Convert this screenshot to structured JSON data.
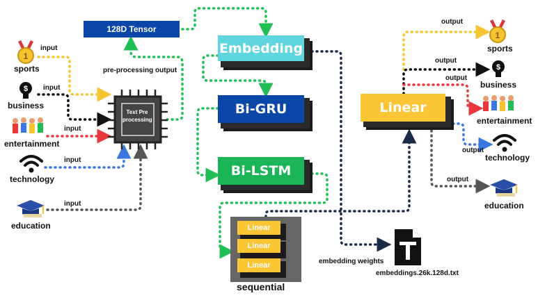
{
  "blocks": {
    "tensor": "128D Tensor",
    "embedding": "Embedding",
    "bigru": "Bi-GRU",
    "bilstm": "Bi-LSTM",
    "linear": "Linear",
    "mini_linear": [
      "Linear",
      "Linear",
      "Linear"
    ],
    "chip": "Text Pre processing",
    "sequential": "sequential"
  },
  "labels": {
    "preprocessing_output": "pre-processing output",
    "embedding_weights": "embedding weights",
    "file": "embeddings.26k.128d.txt"
  },
  "inputs": [
    {
      "name": "sports",
      "label": "input",
      "color": "#f5c431",
      "icon": "medal-icon"
    },
    {
      "name": "business",
      "label": "input",
      "color": "#111111",
      "icon": "lightbulb-dollar-icon"
    },
    {
      "name": "entertainment",
      "label": "input",
      "color": "#e8383d",
      "icon": "dancers-icon"
    },
    {
      "name": "technology",
      "label": "input",
      "color": "#3a78e0",
      "icon": "wifi-icon"
    },
    {
      "name": "education",
      "label": "input",
      "color": "#555555",
      "icon": "graduation-cap-icon"
    }
  ],
  "outputs": [
    {
      "name": "sports",
      "label": "output",
      "color": "#f5c431",
      "icon": "medal-icon"
    },
    {
      "name": "business",
      "label": "output",
      "color": "#111111",
      "icon": "lightbulb-dollar-icon"
    },
    {
      "name": "entertainment",
      "label": "output",
      "color": "#e8383d",
      "icon": "dancers-icon"
    },
    {
      "name": "technology",
      "label": "output",
      "color": "#3a78e0",
      "icon": "wifi-icon"
    },
    {
      "name": "education",
      "label": "output",
      "color": "#555555",
      "icon": "graduation-cap-icon"
    }
  ],
  "colors": {
    "green_wire": "#1fbf55",
    "navy_wire": "#1c2a4a",
    "tensor_blue": "#0a47a8",
    "embedding_cyan": "#5fd6df",
    "lstm_green": "#1ab556",
    "linear_yellow": "#fbc533"
  }
}
